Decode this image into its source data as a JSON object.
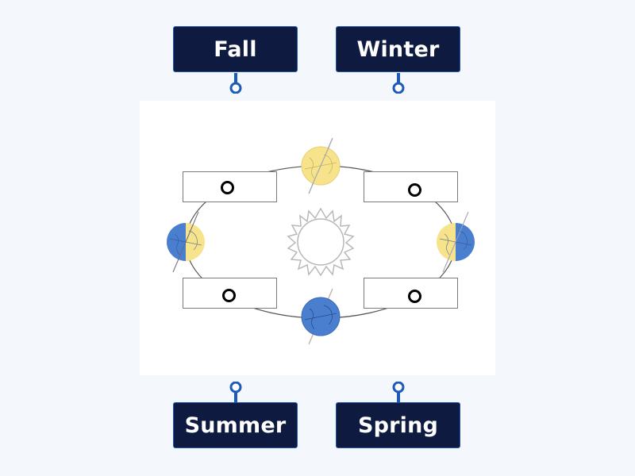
{
  "activity": {
    "type": "labelled diagram",
    "subject": "Earth seasons orbit around the Sun"
  },
  "labels": [
    {
      "id": "fall",
      "text": "Fall"
    },
    {
      "id": "winter",
      "text": "Winter"
    },
    {
      "id": "summer",
      "text": "Summer"
    },
    {
      "id": "spring",
      "text": "Spring"
    }
  ],
  "diagram": {
    "drop_zones": [
      {
        "position": "upper-left"
      },
      {
        "position": "upper-right"
      },
      {
        "position": "lower-left"
      },
      {
        "position": "lower-right"
      }
    ],
    "earths": [
      {
        "position": "top",
        "lit": "full-yellow"
      },
      {
        "position": "left",
        "lit": "left-blue-right-yellow"
      },
      {
        "position": "right",
        "lit": "left-yellow-right-blue"
      },
      {
        "position": "bottom",
        "lit": "full-blue"
      }
    ],
    "center": "sun"
  },
  "colors": {
    "tile_bg": "#0f1a40",
    "tile_border": "#1e56b0",
    "pin": "#1e5bb8",
    "day_yellow": "#f7e38c",
    "night_blue": "#4a7fd0",
    "page_bg": "#f4f7fc"
  }
}
